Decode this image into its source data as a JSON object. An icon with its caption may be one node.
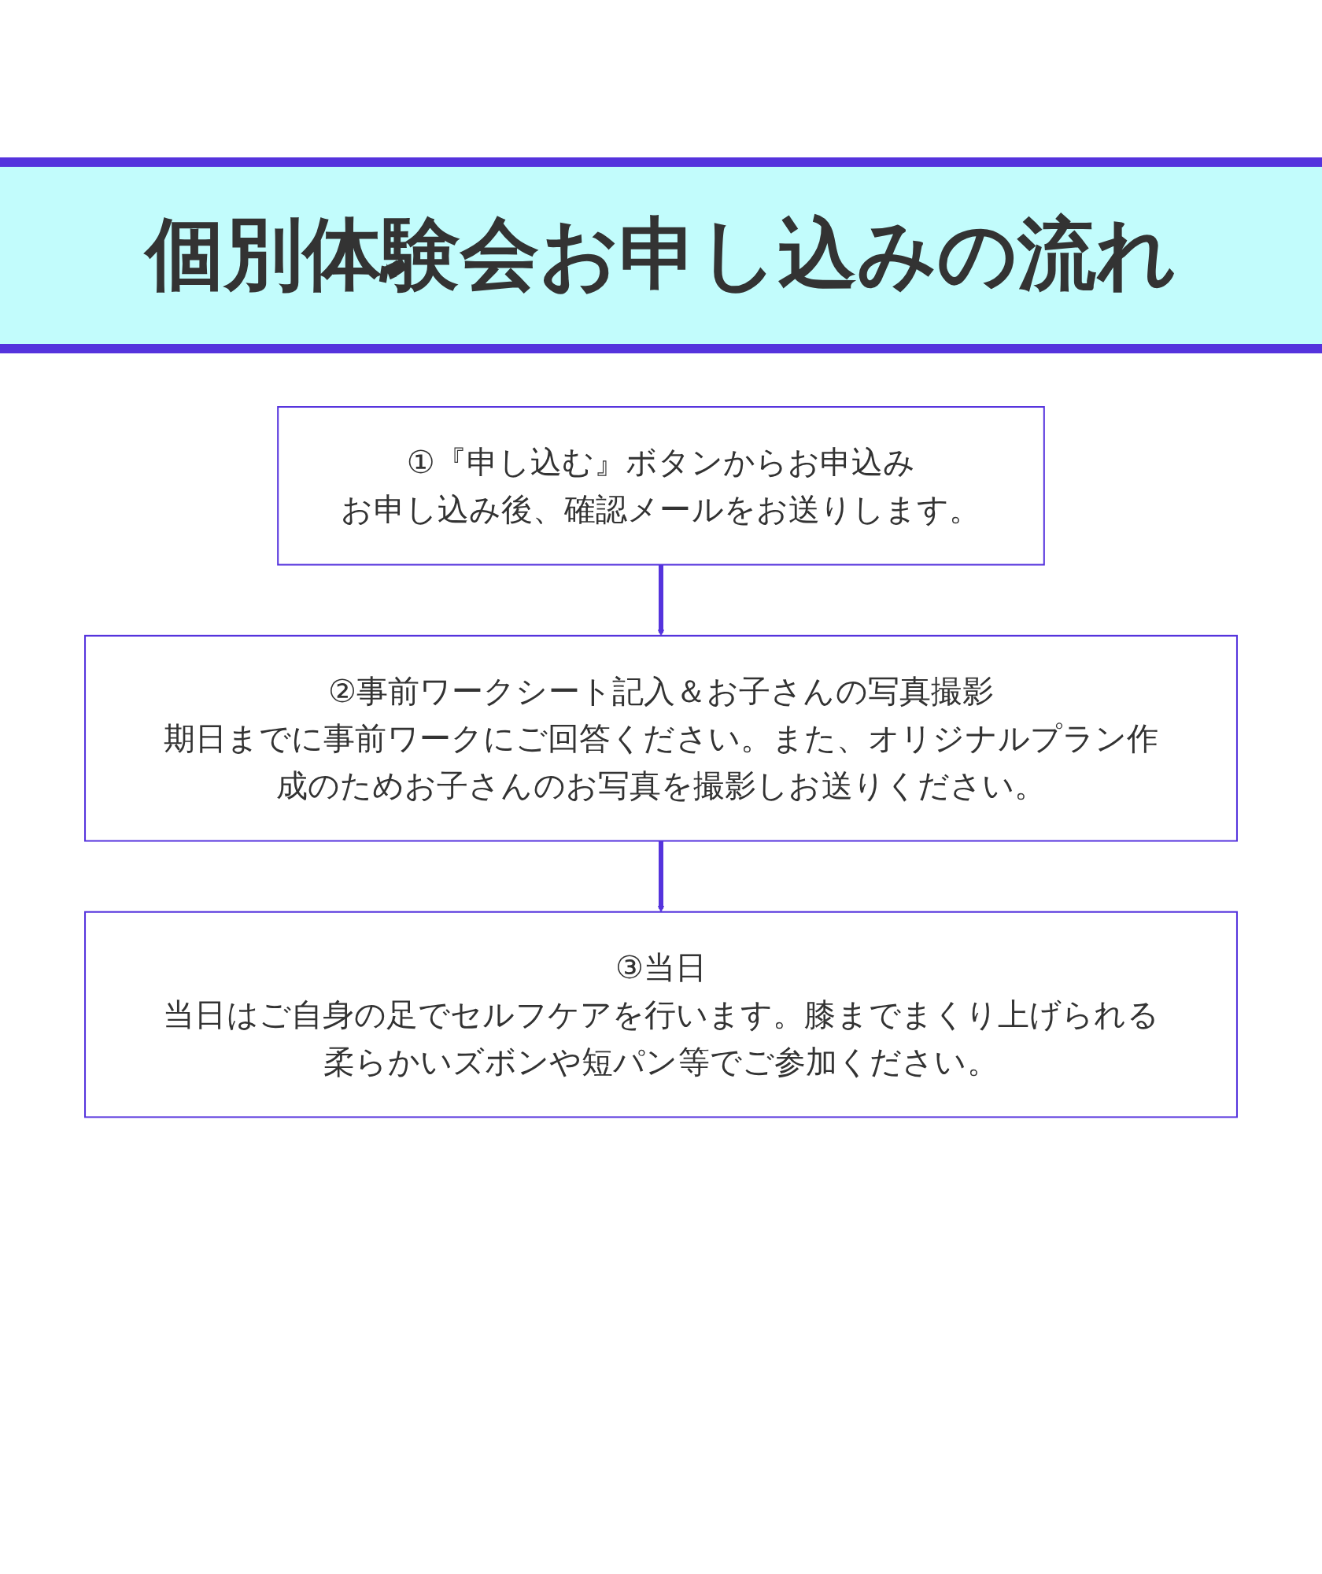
{
  "diagram": {
    "title": "個別体験会お申し込みの流れ",
    "nodes": [
      {
        "text": [
          "①『申し込む』ボタンからお申込み",
          "お申し込み後、確認メールをお送りします。"
        ]
      },
      {
        "text": [
          "②事前ワークシート記入＆お子さんの写真撮影",
          "期日までに事前ワークにご回答ください。また、オリジナルプラン作成のためお子さんのお写真を撮影しお送りください。"
        ]
      },
      {
        "text": [
          "③当日",
          "当日はご自身の足でセルフケアを行います。膝までまくり上げられる柔らかいズボンや短パン等でご参加ください。"
        ]
      }
    ],
    "edges": [
      {
        "from": 0,
        "to": 1,
        "arrow": "to"
      },
      {
        "from": 1,
        "to": 2,
        "arrow": "to"
      }
    ]
  }
}
